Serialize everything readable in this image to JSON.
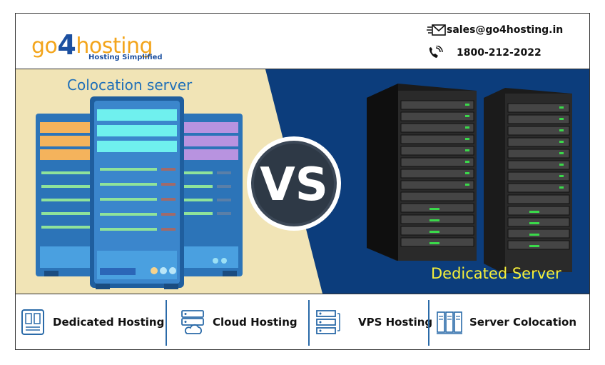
{
  "header": {
    "logo": {
      "part1": "go",
      "part2": "4",
      "part3": "hosting",
      "tagline": "Hosting Simplified"
    },
    "email": {
      "icon": "email-envelope-icon",
      "text": "sales@go4hosting.in"
    },
    "phone": {
      "icon": "phone-icon",
      "text": "1800-212-2022"
    }
  },
  "banner": {
    "left_label": "Colocation server",
    "center_badge": "VS",
    "right_label": "Dedicated Server",
    "colors": {
      "left_bg": "#f1e4b6",
      "right_bg": "#0c3d7c",
      "left_label": "#1f6fb8",
      "right_label": "#f5ef3a"
    }
  },
  "footer": {
    "items": [
      {
        "label": "Dedicated Hosting",
        "icon": "dedicated-server-icon"
      },
      {
        "label": "Cloud Hosting",
        "icon": "cloud-server-icon"
      },
      {
        "label": "VPS Hosting",
        "icon": "vps-server-icon"
      },
      {
        "label": "Server Colocation",
        "icon": "server-racks-icon"
      }
    ],
    "accent": "#2a6aa8"
  }
}
